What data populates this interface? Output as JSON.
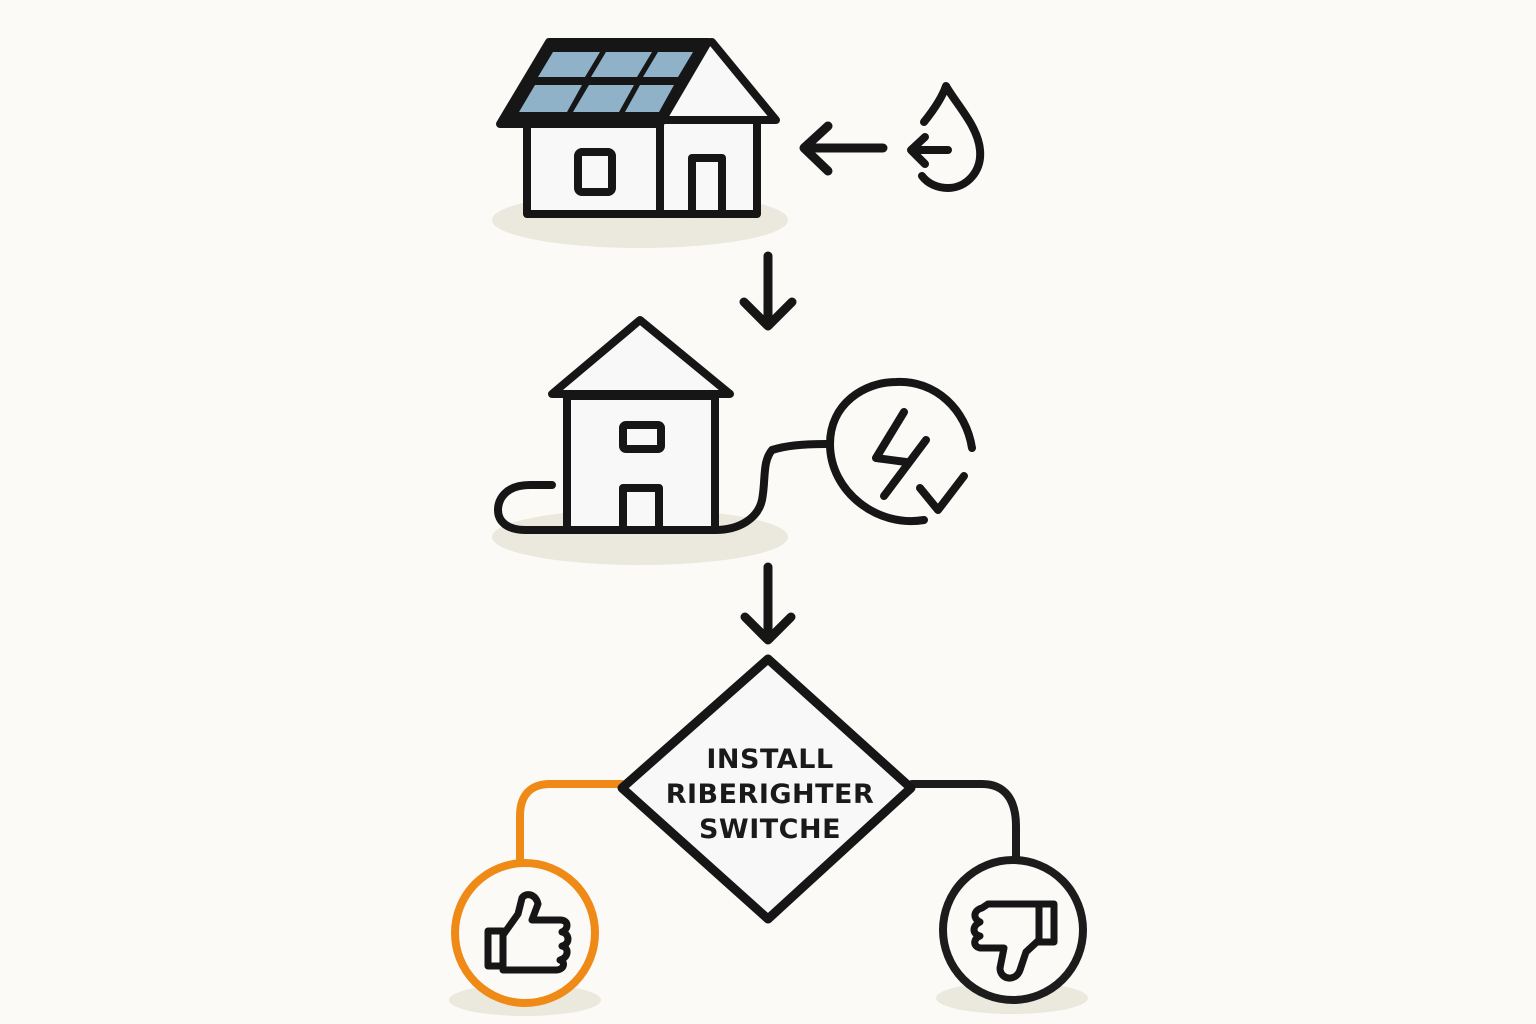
{
  "diagram": {
    "colors": {
      "stroke": "#161616",
      "house_fill": "#f8f8f8",
      "solar_panel": "#8fb2c9",
      "shadow": "#ebe8de",
      "yes_branch": "#ef8a17",
      "no_branch": "#1c1c1c",
      "background": "#fbfaf7"
    },
    "nodes": [
      {
        "id": "solar-house",
        "icon": "house-with-solar-panels-icon"
      },
      {
        "id": "water-source",
        "icon": "water-drop-with-arrow-icon"
      },
      {
        "id": "plugged-house",
        "icon": "house-with-power-cord-icon"
      },
      {
        "id": "power-check",
        "icon": "lightning-check-circle-icon"
      },
      {
        "id": "decision",
        "shape": "diamond",
        "lines": [
          "INSTALL",
          "RIBERIGHTER",
          "SWITCHE"
        ]
      },
      {
        "id": "yes-outcome",
        "icon": "thumbs-up-icon",
        "branch": "left"
      },
      {
        "id": "no-outcome",
        "icon": "thumbs-down-icon",
        "branch": "right"
      }
    ],
    "edges": [
      {
        "from": "water-source",
        "to": "solar-house",
        "direction": "left"
      },
      {
        "from": "solar-house",
        "to": "plugged-house",
        "direction": "down"
      },
      {
        "from": "plugged-house",
        "to": "power-check",
        "style": "cord"
      },
      {
        "from": "plugged-house",
        "to": "decision",
        "direction": "down"
      },
      {
        "from": "decision",
        "to": "yes-outcome",
        "color": "yes_branch"
      },
      {
        "from": "decision",
        "to": "no-outcome",
        "color": "no_branch"
      }
    ]
  }
}
